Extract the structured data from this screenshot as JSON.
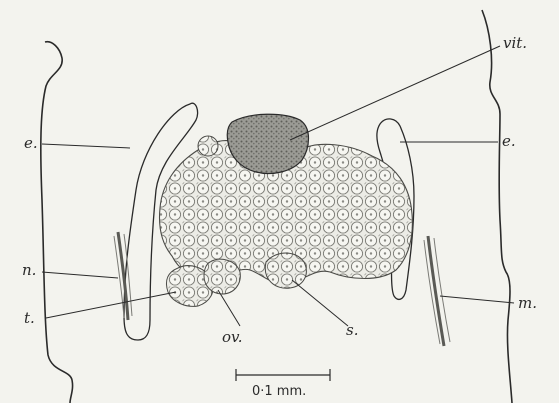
{
  "labels": {
    "vit": "vit.",
    "e_left": "e.",
    "e_right": "e.",
    "n": "n.",
    "t": "t.",
    "ov": "ov.",
    "s": "s.",
    "m": "m."
  },
  "scale_bar": {
    "label": "0·1 mm."
  },
  "colors": {
    "ink": "#2a2a2a",
    "background": "#f3f3ee",
    "stipple": "#8a8a84",
    "yolk_gland": "#6f6f6a"
  }
}
